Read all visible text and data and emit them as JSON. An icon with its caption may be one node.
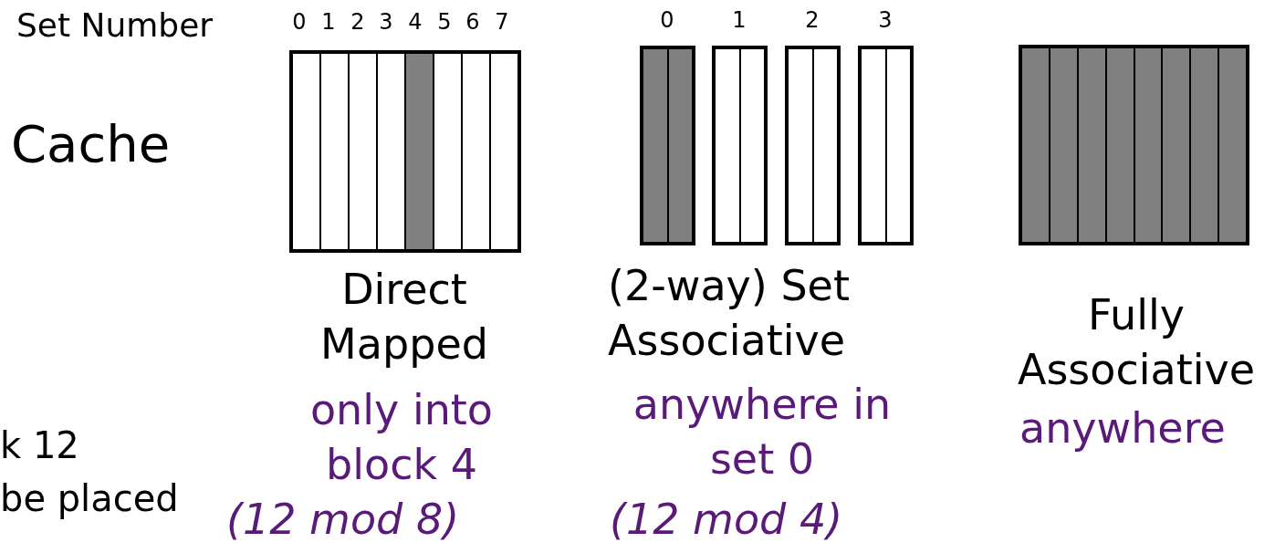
{
  "diagram": {
    "nodes": [
      {
        "text": [],
        "shape": "box",
        "beside": [
          "Direct Mapped",
          "only into block 4",
          "(12 mod 8)"
        ]
      },
      {
        "text": [],
        "shape": "box"
      },
      {
        "text": [],
        "shape": "box"
      },
      {
        "text": [],
        "shape": "box"
      },
      {
        "text": [],
        "shape": "box"
      },
      {
        "text": [],
        "shape": "box",
        "beside": [
          "Fully Associative",
          "anywhere"
        ]
      }
    ],
    "labels": [
      "Set Number",
      "0",
      "1",
      "2",
      "3",
      "4",
      "5",
      "6",
      "7",
      "0",
      "1",
      "2",
      "3",
      "Cache",
      "(2-way) Set Associative",
      "anywhere in set 0",
      "(12 mod 4)",
      "k 12",
      "be placed"
    ]
  }
}
